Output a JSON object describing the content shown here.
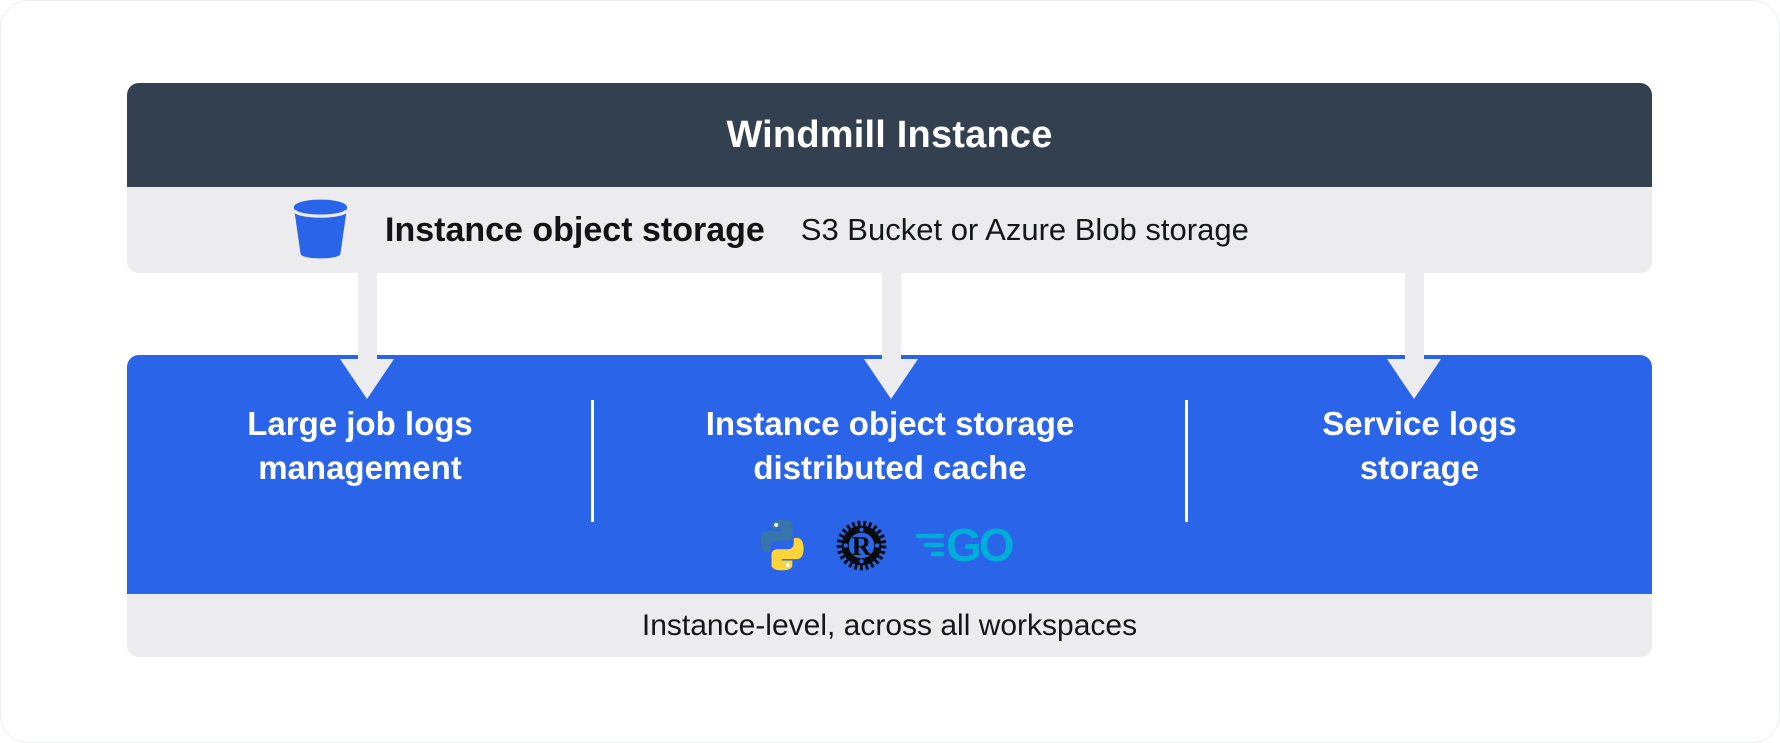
{
  "header": {
    "title": "Windmill Instance"
  },
  "object_storage_bar": {
    "icon": "bucket-icon",
    "title": "Instance object storage",
    "description": "S3 Bucket or Azure Blob storage"
  },
  "connectors": {
    "icon": "arrow-down-icon",
    "count": 3
  },
  "features_panel": {
    "sections": [
      {
        "line1": "Large job logs",
        "line2": "management"
      },
      {
        "line1": "Instance object storage",
        "line2": "distributed cache",
        "logos": [
          "python-icon",
          "rust-icon",
          "go-icon"
        ]
      },
      {
        "line1": "Service logs",
        "line2": "storage"
      }
    ]
  },
  "footer": {
    "label": "Instance-level, across all workspaces"
  },
  "colors": {
    "header_bg": "#33404f",
    "panel_blue": "#2a64e8",
    "light_gray": "#ececee",
    "text_dark": "#15161a",
    "text_white": "#ffffff",
    "python_blue": "#3776ab",
    "python_yellow": "#ffd43b",
    "rust_black": "#0b0b0b",
    "go_teal": "#00acd8"
  }
}
